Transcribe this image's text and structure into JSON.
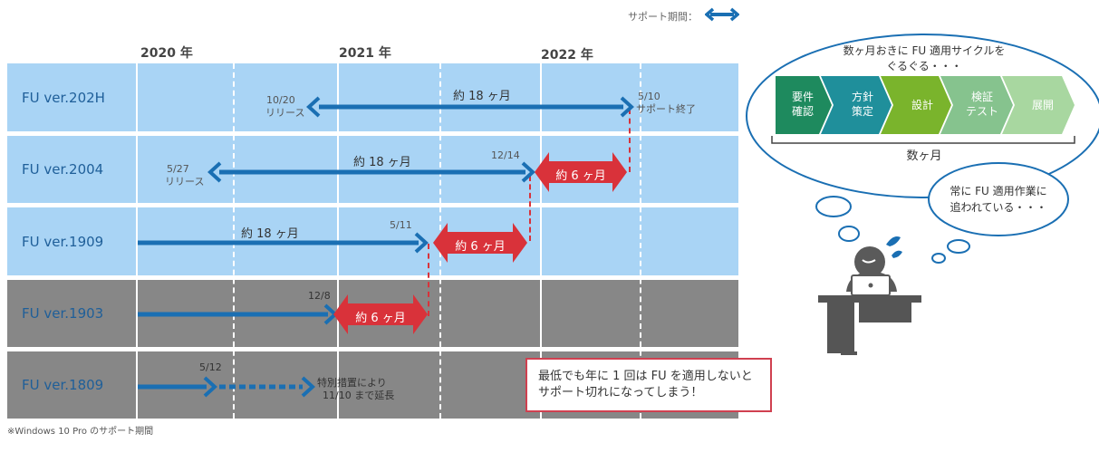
{
  "legend": {
    "label": "サポート期間："
  },
  "years": [
    "2020 年",
    "2021 年",
    "2022 年"
  ],
  "rows": [
    {
      "label": "FU ver.202H"
    },
    {
      "label": "FU ver.2004"
    },
    {
      "label": "FU ver.1909"
    },
    {
      "label": "FU ver.1903"
    },
    {
      "label": "FU ver.1809"
    }
  ],
  "annotations": {
    "r1_start_date": "10/20",
    "r1_start_note": "リリース",
    "r1_end_date": "5/10",
    "r1_end_note": "サポート終了",
    "r1_duration": "約 18 ヶ月",
    "r2_start_date": "5/27",
    "r2_start_note": "リリース",
    "r2_end_date": "12/14",
    "r2_duration": "約 18 ヶ月",
    "r2_extra": "約 6 ヶ月",
    "r3_end_date": "5/11",
    "r3_duration": "約 18 ヶ月",
    "r3_extra": "約 6 ヶ月",
    "r4_end_date": "12/8",
    "r4_extra": "約 6 ヶ月",
    "r5_end_date": "5/12",
    "r5_note_line1": "特別措置により",
    "r5_note_line2": "11/10 まで延長"
  },
  "warning": {
    "line1": "最低でも年に 1 回は FU を適用しないと",
    "line2": "サポート切れになってしまう！"
  },
  "footnote": "※Windows 10 Pro のサポート期間",
  "thought": {
    "line1": "数ヶ月おきに FU 適用サイクルを",
    "line2": "ぐるぐる・・・",
    "duration_label": "数ヶ月",
    "steps": [
      {
        "line1": "要件",
        "line2": "確認",
        "color": "#1e8a5e"
      },
      {
        "line1": "方針",
        "line2": "策定",
        "color": "#1f8f9b"
      },
      {
        "line1": "設計",
        "line2": "",
        "color": "#7ab42c"
      },
      {
        "line1": "検証",
        "line2": "テスト",
        "color": "#86c38e"
      },
      {
        "line1": "展開",
        "line2": "",
        "color": "#a8d7a0"
      }
    ],
    "worker_bubble_line1": "常に FU 適用作業に",
    "worker_bubble_line2": "追われている・・・"
  },
  "colors": {
    "arrow_blue": "#1a6fb3",
    "arrow_red": "#d9323a",
    "row_blue": "#a9d4f5",
    "row_gray": "#878787"
  }
}
